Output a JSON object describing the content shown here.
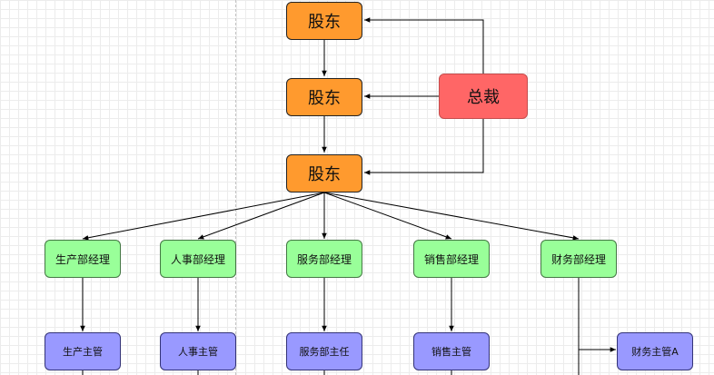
{
  "nodes": {
    "shareholder_1": "股东",
    "shareholder_2": "股东",
    "shareholder_3": "股东",
    "president": "总裁",
    "production_manager": "生产部经理",
    "hr_manager": "人事部经理",
    "service_manager": "服务部经理",
    "sales_manager": "销售部经理",
    "finance_manager": "财务部经理",
    "production_supervisor": "生产主管",
    "hr_supervisor": "人事主管",
    "service_director": "服务部主任",
    "sales_supervisor": "销售主管",
    "finance_supervisor_a": "财务主管A"
  },
  "colors": {
    "shareholder": "#ff9a2e",
    "president": "#ff6666",
    "manager": "#99ff99",
    "supervisor": "#9999ff",
    "edge": "#000000"
  }
}
